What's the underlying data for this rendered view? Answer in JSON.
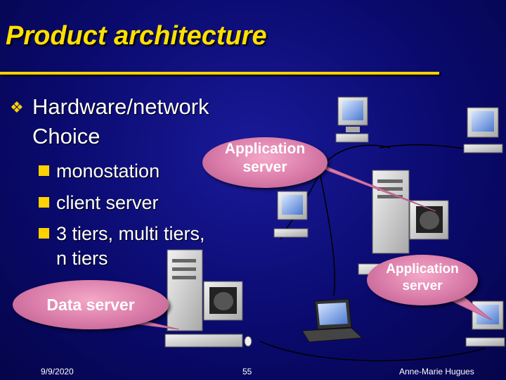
{
  "slide": {
    "title": "Product architecture",
    "bullet_main": [
      "Hardware/network",
      "Choice"
    ],
    "sub_bullets": [
      "monostation",
      "client server",
      "3 tiers, multi tiers,",
      "n tiers"
    ],
    "bubbles": {
      "app_server_top": [
        "Application",
        "server"
      ],
      "app_server_right": [
        "Application",
        "server"
      ],
      "data_server": "Data server"
    },
    "footer": {
      "date": "9/9/2020",
      "page": "55",
      "author": "Anne-Marie Hugues"
    },
    "colors": {
      "title": "#ffe000",
      "bullet": "#ffd200",
      "bubble": "#d97ba8",
      "background": "#0a0a6e"
    }
  }
}
